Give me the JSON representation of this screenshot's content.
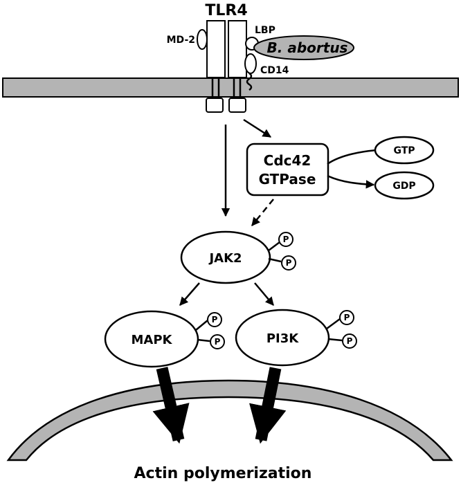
{
  "colors": {
    "membrane_fill": "#b4b4b4",
    "bacterium_fill": "#b4b4b4",
    "stroke": "#000000",
    "background": "#ffffff"
  },
  "receptor": {
    "title": "TLR4",
    "md2_label": "MD-2",
    "lbp_label": "LBP",
    "cd14_label": "CD14",
    "bacterium_label": "B. abortus"
  },
  "cdc42": {
    "line1": "Cdc42",
    "line2": "GTPase",
    "gtp_label": "GTP",
    "gdp_label": "GDP"
  },
  "jak2": {
    "label": "JAK2",
    "phospho": [
      "P",
      "P"
    ]
  },
  "mapk": {
    "label": "MAPK",
    "phospho": [
      "P",
      "P"
    ]
  },
  "pi3k": {
    "label": "PI3K",
    "phospho": [
      "P",
      "P"
    ]
  },
  "outcome": {
    "label": "Actin polymerization"
  }
}
